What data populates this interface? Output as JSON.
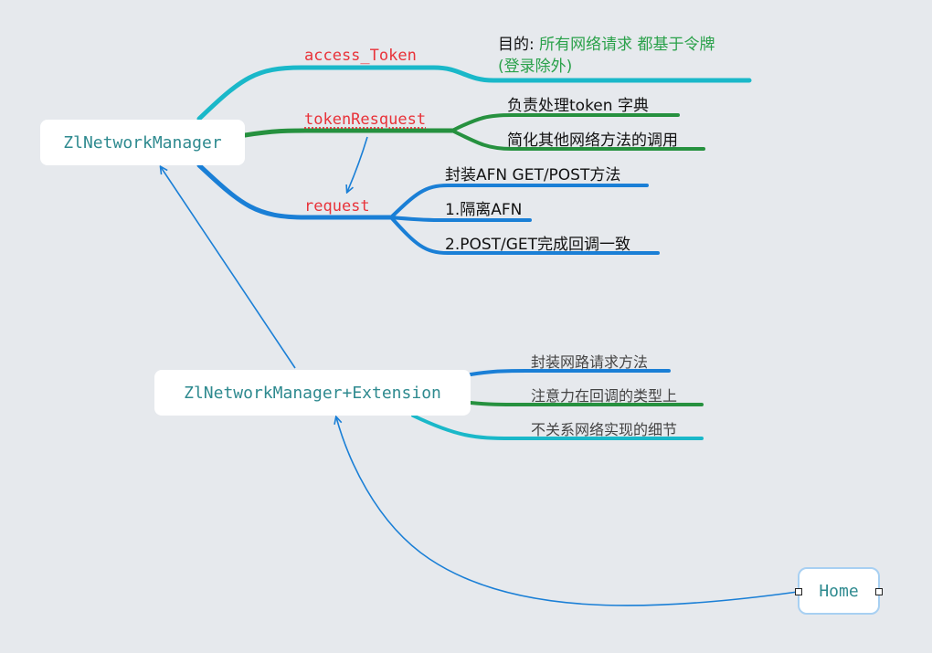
{
  "colors": {
    "teal": "#1ab8c9",
    "green": "#26913f",
    "blue": "#1a7fd6",
    "label_red": "#e8333a",
    "node_text": "#2e8a8f",
    "note_green": "#2aa14a"
  },
  "nodes": {
    "main": "ZlNetworkManager",
    "extension": "ZlNetworkManager+Extension",
    "home": "Home"
  },
  "branches": {
    "access_token": {
      "label": "access_Token",
      "note_prefix": "目的: ",
      "note_green_line1": "所有网络请求 都基于令牌",
      "note_green_line2": "(登录除外)"
    },
    "token_request": {
      "label": "tokenResquest",
      "children": [
        "负责处理token 字典",
        "简化其他网络方法的调用"
      ]
    },
    "request": {
      "label": "request",
      "children": [
        "封装AFN GET/POST方法",
        "1.隔离AFN",
        "2.POST/GET完成回调一致"
      ]
    },
    "extension": {
      "children": [
        "封装网路请求方法",
        "注意力在回调的类型上",
        "不关系网络实现的细节"
      ]
    }
  }
}
